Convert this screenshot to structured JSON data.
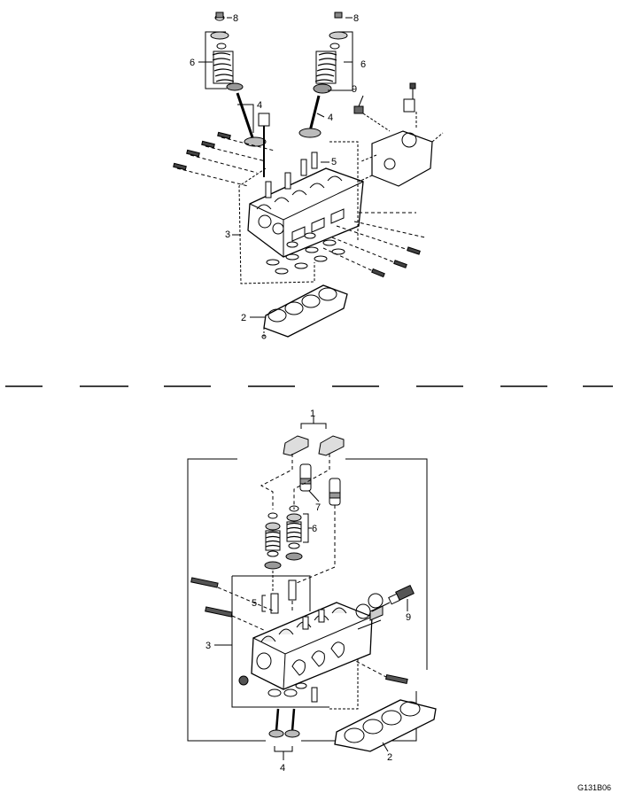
{
  "upper_view": {
    "labels": {
      "valve_keeper": "8",
      "valve_spring": "6",
      "valve": "4",
      "camshaft_sensor": "9",
      "valve_guide": "5",
      "cylinder_head": "3",
      "head_gasket": "2"
    }
  },
  "lower_view": {
    "labels": {
      "rocker_arm": "1",
      "lash_adjuster": "7",
      "valve_spring": "6",
      "valve_guide": "5",
      "temp_sensor": "9",
      "cylinder_head": "3",
      "head_gasket": "2",
      "valve": "4"
    }
  },
  "figure_code": "G131B06",
  "colors": {
    "ink": "#000000",
    "paper": "#ffffff",
    "shade": "#9a9a9a"
  }
}
